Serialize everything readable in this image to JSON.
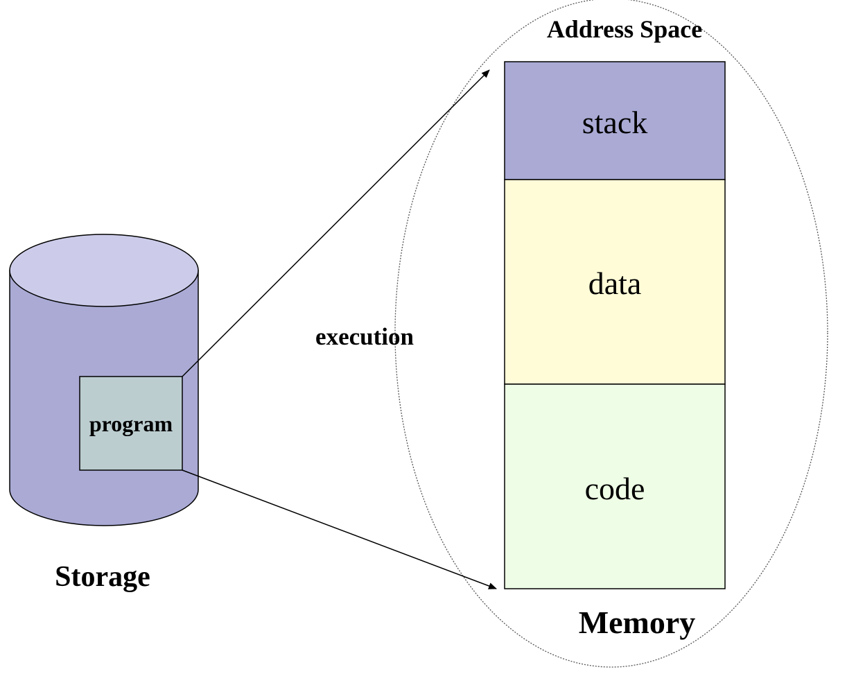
{
  "labels": {
    "address_space": "Address Space",
    "memory": "Memory",
    "storage": "Storage",
    "program": "program",
    "execution": "execution"
  },
  "segments": {
    "stack": "stack",
    "data": "data",
    "code": "code"
  },
  "colors": {
    "cylinder_body": "#aaaad5",
    "cylinder_top": "#ccccea",
    "program_box": "#bccdd0",
    "stack_fill": "#aaaad5",
    "data_fill": "#fffcd7",
    "code_fill": "#eefde5",
    "outline": "#000000",
    "ellipse_stroke": "#555555"
  }
}
